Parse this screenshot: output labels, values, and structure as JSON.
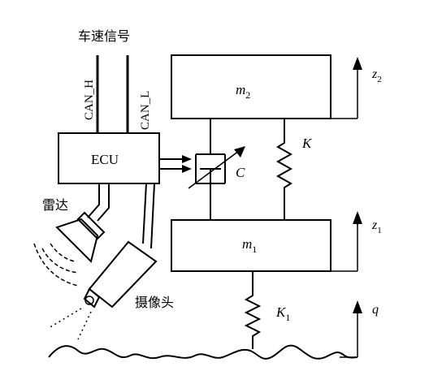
{
  "labels": {
    "vehicle_speed_signal": "车速信号",
    "can_high": "CAN_H",
    "can_low": "CAN_L",
    "ecu": "ECU",
    "radar": "雷达",
    "camera": "摄像头"
  },
  "symbols": {
    "sprung_mass_base": "m",
    "sprung_mass_sub": "2",
    "unsprung_mass_base": "m",
    "unsprung_mass_sub": "1",
    "suspension_spring": "K",
    "damper": "C",
    "tire_spring_base": "K",
    "tire_spring_sub": "1",
    "z2_base": "z",
    "z2_sub": "2",
    "z1_base": "z",
    "z1_sub": "1",
    "road_input": "q"
  }
}
